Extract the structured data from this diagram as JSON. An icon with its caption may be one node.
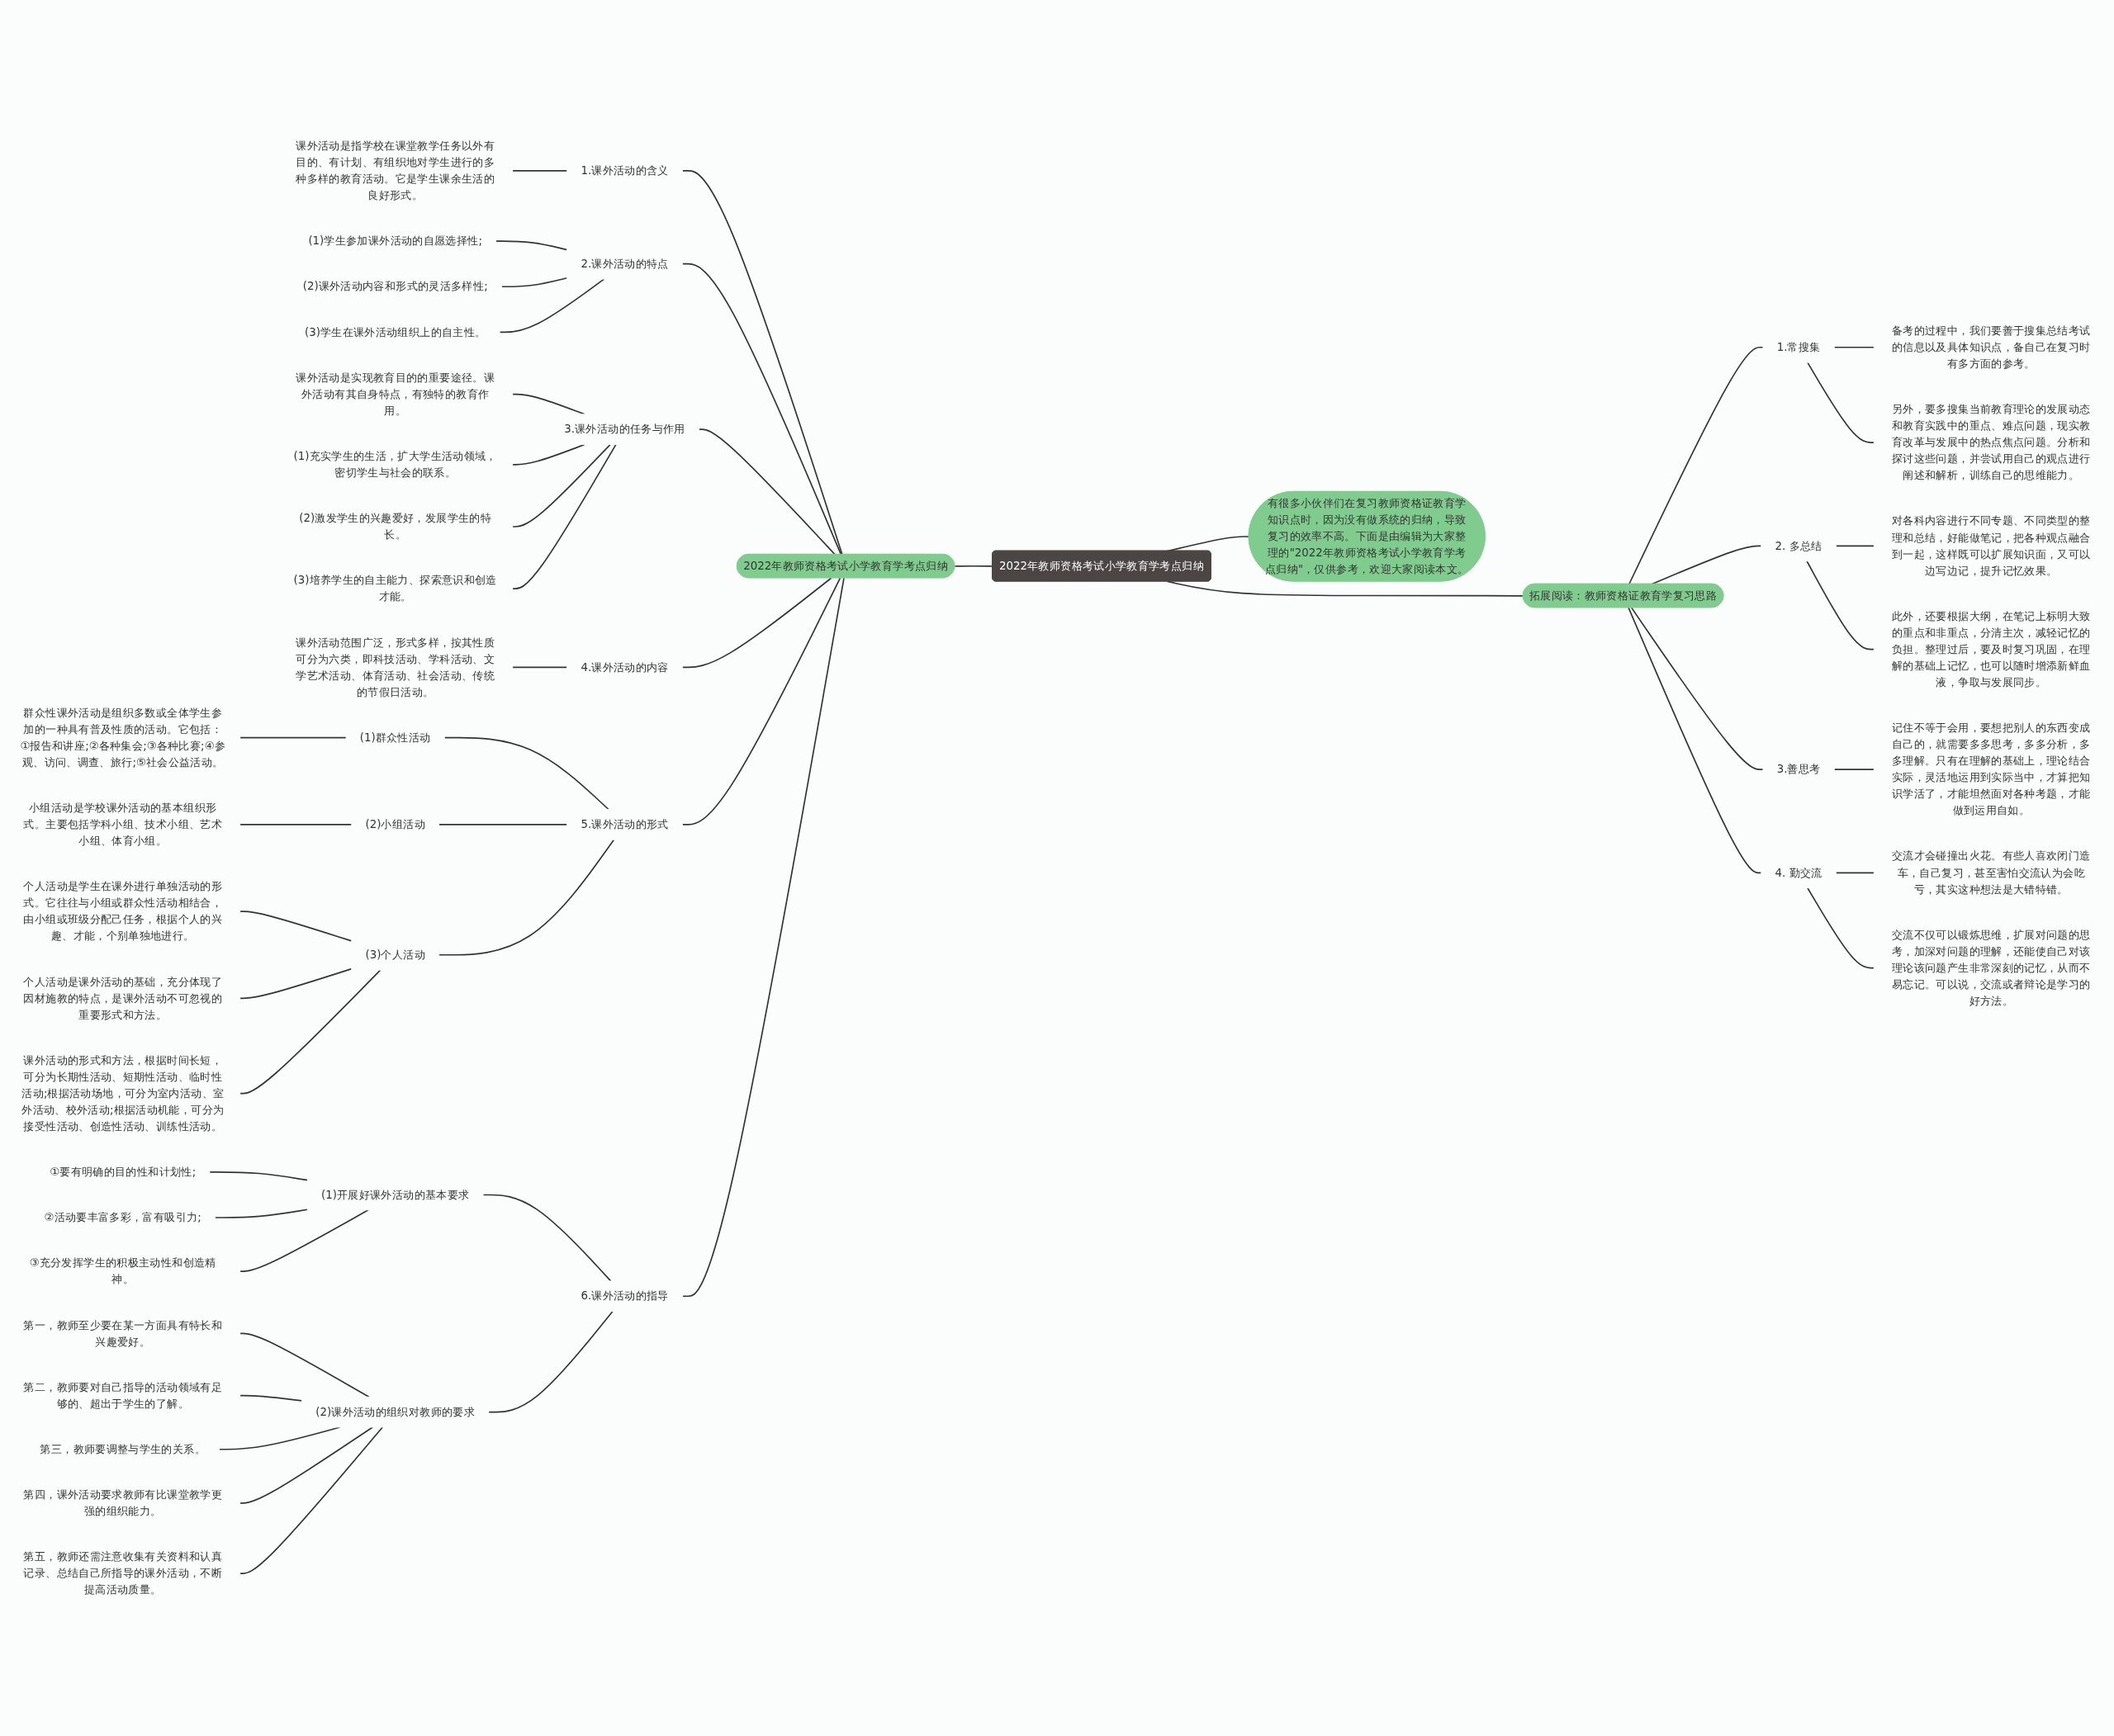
{
  "diagram": {
    "nodes": [
      {
        "text": [
          "2022年教师资格考试小学教育学考点归纳"
        ]
      },
      {
        "text": [
          "2022年教师资格考试小学教育学考点归纳"
        ]
      },
      {
        "text": [
          "1.课外活动的含义"
        ]
      },
      {
        "text": [
          "课外活动是指学校在课堂教学任务以外有目的、有计划、有组织地对学生进行的多种多样的教育活动。它是学生课余生活的良好形式。"
        ]
      },
      {
        "text": [
          "2.课外活动的特点"
        ]
      },
      {
        "text": [
          "(1)学生参加课外活动的自愿选择性;"
        ]
      },
      {
        "text": [
          "(2)课外活动内容和形式的灵活多样性;"
        ]
      },
      {
        "text": [
          "(3)学生在课外活动组织上的自主性。"
        ]
      },
      {
        "text": [
          "3.课外活动的任务与作用"
        ]
      },
      {
        "text": [
          "课外活动是实现教育目的的重要途径。课外活动有其自身特点，有独特的教育作用。"
        ]
      },
      {
        "text": [
          "(1)充实学生的生活，扩大学生活动领域，密切学生与社会的联系。"
        ]
      },
      {
        "text": [
          "(2)激发学生的兴趣爱好，发展学生的特长。"
        ]
      },
      {
        "text": [
          "(3)培养学生的自主能力、探索意识和创造才能。"
        ]
      },
      {
        "text": [
          "4.课外活动的内容"
        ]
      },
      {
        "text": [
          "课外活动范围广泛，形式多样，按其性质可分为六类，即科技活动、学科活动、文学艺术活动、体育活动、社会活动、传统的节假日活动。"
        ]
      },
      {
        "text": [
          "5.课外活动的形式"
        ]
      },
      {
        "text": [
          "(1)群众性活动"
        ]
      },
      {
        "text": [
          "群众性课外活动是组织多数或全体学生参加的一种具有普及性质的活动。它包括：①报告和讲座;②各种集会;③各种比赛;④参观、访问、调查、旅行;⑤社会公益活动。"
        ]
      },
      {
        "text": [
          "(2)小组活动"
        ]
      },
      {
        "text": [
          "小组活动是学校课外活动的基本组织形式。主要包括学科小组、技术小组、艺术小组、体育小组。"
        ]
      },
      {
        "text": [
          "(3)个人活动"
        ]
      },
      {
        "text": [
          "个人活动是学生在课外进行单独活动的形式。它往往与小组或群众性活动相结合，由小组或班级分配己任务，根据个人的兴趣、才能，个别单独地进行。"
        ]
      },
      {
        "text": [
          "个人活动是课外活动的基础，充分体现了因材施教的特点，是课外活动不可忽视的重要形式和方法。"
        ]
      },
      {
        "text": [
          "课外活动的形式和方法，根据时间长短，可分为长期性活动、短期性活动、临时性活动;根据活动场地，可分为室内活动、室外活动、校外活动;根据活动机能，可分为接受性活动、创造性活动、训练性活动。"
        ]
      },
      {
        "text": [
          "6.课外活动的指导"
        ]
      },
      {
        "text": [
          "(1)开展好课外活动的基本要求"
        ]
      },
      {
        "text": [
          "①要有明确的目的性和计划性;"
        ]
      },
      {
        "text": [
          "②活动要丰富多彩，富有吸引力;"
        ]
      },
      {
        "text": [
          "③充分发挥学生的积极主动性和创造精神。"
        ]
      },
      {
        "text": [
          "(2)课外活动的组织对教师的要求"
        ]
      },
      {
        "text": [
          "第一，教师至少要在某一方面具有特长和兴趣爱好。"
        ]
      },
      {
        "text": [
          "第二，教师要对自己指导的活动领域有足够的、超出于学生的了解。"
        ]
      },
      {
        "text": [
          "第三，教师要调整与学生的关系。"
        ]
      },
      {
        "text": [
          "第四，课外活动要求教师有比课堂教学更强的组织能力。"
        ]
      },
      {
        "text": [
          "第五，教师还需注意收集有关资料和认真记录、总结自己所指导的课外活动，不断提高活动质量。"
        ]
      },
      {
        "text": [
          "有很多小伙伴们在复习教师资格证教育学知识点时，因为没有做系统的归纳，导致复习的效率不高。下面是由编辑为大家整理的\"2022年教师资格考试小学教育学考点归纳\"，仅供参考，欢迎大家阅读本文。"
        ]
      },
      {
        "text": [
          "拓展阅读：教师资格证教育学复习思路"
        ]
      },
      {
        "text": [
          "1.常搜集"
        ]
      },
      {
        "text": [
          "备考的过程中，我们要善于搜集总结考试的信息以及具体知识点，备自己在复习时有多方面的参考。"
        ]
      },
      {
        "text": [
          "另外，要多搜集当前教育理论的发展动态和教育实践中的重点、难点问题，现实教育改革与发展中的热点焦点问题。分析和探讨这些问题，并尝试用自己的观点进行阐述和解析，训练自己的思维能力。"
        ]
      },
      {
        "text": [
          "2. 多总结"
        ]
      },
      {
        "text": [
          "对各科内容进行不同专题、不同类型的整理和总结，好能做笔记，把各种观点融合到一起，这样既可以扩展知识面，又可以边写边记，提升记忆效果。"
        ]
      },
      {
        "text": [
          "此外，还要根据大纲，在笔记上标明大致的重点和非重点，分清主次，减轻记忆的负担。整理过后，要及时复习巩固，在理解的基础上记忆，也可以随时增添新鲜血液，争取与发展同步。"
        ]
      },
      {
        "text": [
          "3.善思考"
        ]
      },
      {
        "text": [
          "记住不等于会用，要想把别人的东西变成自己的，就需要多多思考，多多分析，多多理解。只有在理解的基础上，理论结合实际，灵活地运用到实际当中，才算把知识学活了，才能坦然面对各种考题，才能做到运用自如。"
        ]
      },
      {
        "text": [
          "4. 勤交流"
        ]
      },
      {
        "text": [
          "交流才会碰撞出火花。有些人喜欢闭门造车，自己复习，甚至害怕交流认为会吃亏，其实这种想法是大错特错。"
        ]
      },
      {
        "text": [
          "交流不仅可以锻炼思维，扩展对问题的思考，加深对问题的理解，还能使自己对该理论该问题产生非常深刻的记忆，从而不易忘记。可以说，交流或者辩论是学习的好方法。"
        ]
      }
    ],
    "edges": [
      {
        "from": 1,
        "to": 0,
        "arrow": "none"
      },
      {
        "from": 2,
        "to": 1,
        "arrow": "none"
      },
      {
        "from": 3,
        "to": 2,
        "arrow": "none"
      },
      {
        "from": 4,
        "to": 1,
        "arrow": "none"
      },
      {
        "from": 5,
        "to": 4,
        "arrow": "none"
      },
      {
        "from": 6,
        "to": 4,
        "arrow": "none"
      },
      {
        "from": 7,
        "to": 4,
        "arrow": "none"
      },
      {
        "from": 8,
        "to": 1,
        "arrow": "none"
      },
      {
        "from": 9,
        "to": 8,
        "arrow": "none"
      },
      {
        "from": 10,
        "to": 8,
        "arrow": "none"
      },
      {
        "from": 11,
        "to": 8,
        "arrow": "none"
      },
      {
        "from": 12,
        "to": 8,
        "arrow": "none"
      },
      {
        "from": 13,
        "to": 1,
        "arrow": "none"
      },
      {
        "from": 14,
        "to": 13,
        "arrow": "none"
      },
      {
        "from": 15,
        "to": 1,
        "arrow": "none"
      },
      {
        "from": 16,
        "to": 15,
        "arrow": "none"
      },
      {
        "from": 17,
        "to": 16,
        "arrow": "none"
      },
      {
        "from": 18,
        "to": 15,
        "arrow": "none"
      },
      {
        "from": 19,
        "to": 18,
        "arrow": "none"
      },
      {
        "from": 20,
        "to": 15,
        "arrow": "none"
      },
      {
        "from": 21,
        "to": 20,
        "arrow": "none"
      },
      {
        "from": 22,
        "to": 20,
        "arrow": "none"
      },
      {
        "from": 23,
        "to": 20,
        "arrow": "none"
      },
      {
        "from": 24,
        "to": 1,
        "arrow": "none"
      },
      {
        "from": 25,
        "to": 24,
        "arrow": "none"
      },
      {
        "from": 26,
        "to": 25,
        "arrow": "none"
      },
      {
        "from": 27,
        "to": 25,
        "arrow": "none"
      },
      {
        "from": 28,
        "to": 25,
        "arrow": "none"
      },
      {
        "from": 29,
        "to": 24,
        "arrow": "none"
      },
      {
        "from": 30,
        "to": 29,
        "arrow": "none"
      },
      {
        "from": 31,
        "to": 29,
        "arrow": "none"
      },
      {
        "from": 32,
        "to": 29,
        "arrow": "none"
      },
      {
        "from": 33,
        "to": 29,
        "arrow": "none"
      },
      {
        "from": 34,
        "to": 29,
        "arrow": "none"
      },
      {
        "from": 0,
        "to": 35,
        "arrow": "none"
      },
      {
        "from": 0,
        "to": 36,
        "arrow": "none"
      },
      {
        "from": 36,
        "to": 37,
        "arrow": "none"
      },
      {
        "from": 37,
        "to": 38,
        "arrow": "none"
      },
      {
        "from": 37,
        "to": 39,
        "arrow": "none"
      },
      {
        "from": 36,
        "to": 40,
        "arrow": "none"
      },
      {
        "from": 40,
        "to": 41,
        "arrow": "none"
      },
      {
        "from": 40,
        "to": 42,
        "arrow": "none"
      },
      {
        "from": 36,
        "to": 43,
        "arrow": "none"
      },
      {
        "from": 43,
        "to": 44,
        "arrow": "none"
      },
      {
        "from": 36,
        "to": 45,
        "arrow": "none"
      },
      {
        "from": 45,
        "to": 46,
        "arrow": "none"
      },
      {
        "from": 45,
        "to": 47,
        "arrow": "none"
      }
    ]
  }
}
